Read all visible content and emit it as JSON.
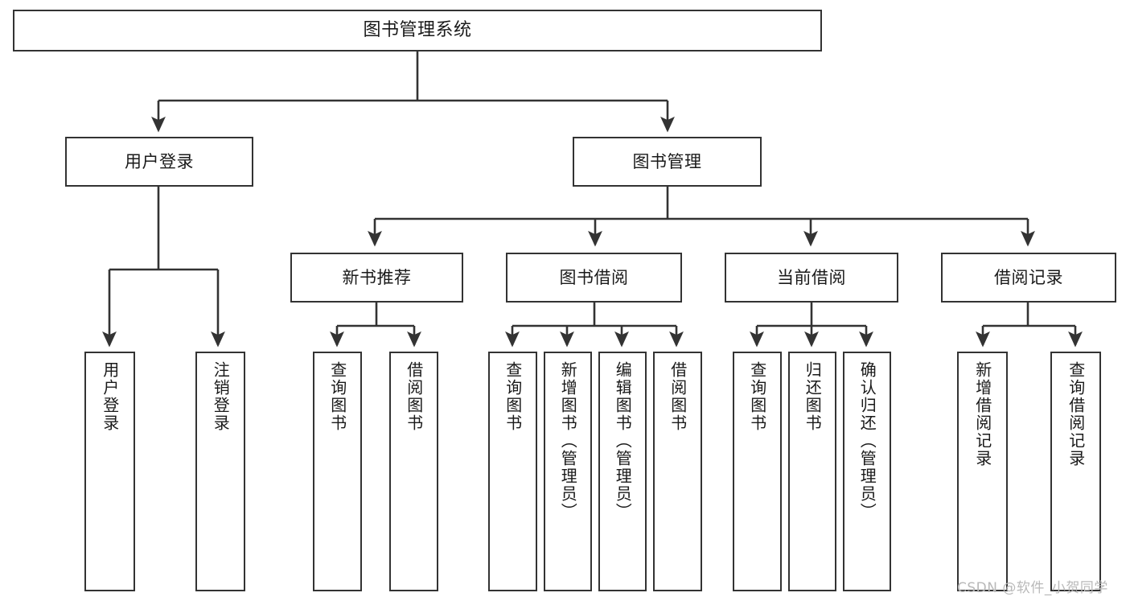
{
  "diagram": {
    "title": "图书管理系统",
    "type": "function-structure-tree",
    "orientation": "top-down",
    "colors": {
      "box_border": "#333333",
      "box_fill": "#ffffff",
      "edge": "#333333",
      "text": "#1a1a1a",
      "watermark": "#b9b9b9",
      "background": "#ffffff"
    },
    "nodes": {
      "root": {
        "label": "图书管理系统"
      },
      "level1": [
        {
          "id": "user-login",
          "label": "用户登录"
        },
        {
          "id": "book-management",
          "label": "图书管理"
        }
      ],
      "level2": [
        {
          "id": "new-book-recommend",
          "label": "新书推荐"
        },
        {
          "id": "book-borrow",
          "label": "图书借阅"
        },
        {
          "id": "current-borrow",
          "label": "当前借阅"
        },
        {
          "id": "borrow-record",
          "label": "借阅记录"
        }
      ],
      "leaves": {
        "user-login": [
          {
            "id": "leaf-user-login",
            "label": "用户登录"
          },
          {
            "id": "leaf-logout-login",
            "label": "注销登录"
          }
        ],
        "new-book-recommend": [
          {
            "id": "leaf-query-book-1",
            "label": "查询图书"
          },
          {
            "id": "leaf-borrow-book-1",
            "label": "借阅图书"
          }
        ],
        "book-borrow": [
          {
            "id": "leaf-query-book-2",
            "label": "查询图书"
          },
          {
            "id": "leaf-add-book-admin",
            "label": "新增图书（管理员）"
          },
          {
            "id": "leaf-edit-book-admin",
            "label": "编辑图书（管理员）"
          },
          {
            "id": "leaf-borrow-book-2",
            "label": "借阅图书"
          }
        ],
        "current-borrow": [
          {
            "id": "leaf-query-book-3",
            "label": "查询图书"
          },
          {
            "id": "leaf-return-book",
            "label": "归还图书"
          },
          {
            "id": "leaf-confirm-return-admin",
            "label": "确认归还（管理员）"
          }
        ],
        "borrow-record": [
          {
            "id": "leaf-add-borrow-record",
            "label": "新增借阅记录"
          },
          {
            "id": "leaf-query-borrow-record",
            "label": "查询借阅记录"
          }
        ]
      }
    },
    "watermark": "CSDN @软件_小贺同学"
  }
}
